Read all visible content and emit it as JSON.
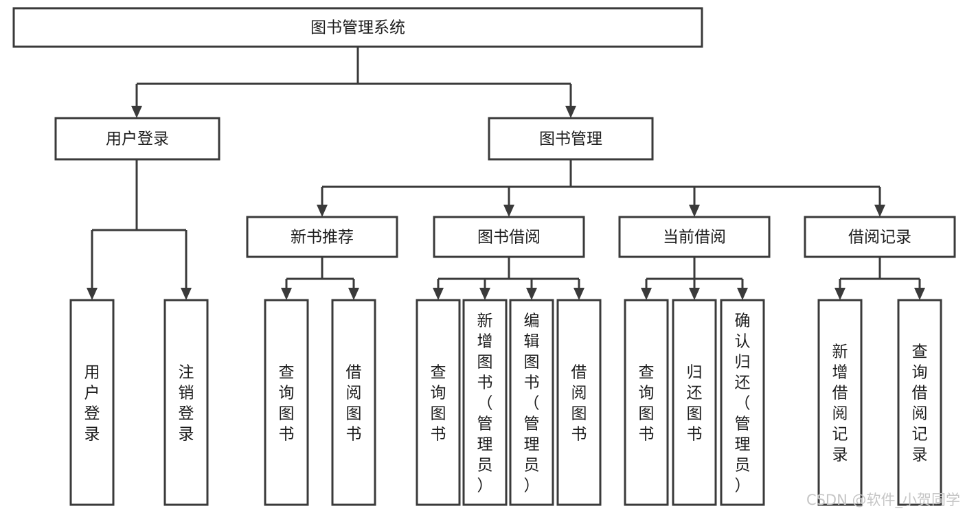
{
  "diagram": {
    "type": "tree-hierarchy-chart",
    "title": "图书管理系统",
    "orientation": "top-down",
    "colors": {
      "box_stroke": "#3a3a3a",
      "box_fill": "#ffffff",
      "text": "#1d1d1d",
      "connector": "#3a3a3a",
      "background": "#ffffff",
      "watermark": "#c6c6c6"
    },
    "root": {
      "label": "图书管理系统"
    },
    "level2": [
      {
        "label": "用户登录"
      },
      {
        "label": "图书管理"
      }
    ],
    "level3": [
      {
        "label": "新书推荐"
      },
      {
        "label": "图书借阅"
      },
      {
        "label": "当前借阅"
      },
      {
        "label": "借阅记录"
      }
    ],
    "leaves": {
      "user_login": [
        {
          "label": "用户登录"
        },
        {
          "label": "注销登录"
        }
      ],
      "new_book_recommend": [
        {
          "label": "查询图书"
        },
        {
          "label": "借阅图书"
        }
      ],
      "book_borrow": [
        {
          "label": "查询图书"
        },
        {
          "label": "新增图书（管理员）"
        },
        {
          "label": "编辑图书（管理员）"
        },
        {
          "label": "借阅图书"
        }
      ],
      "current_borrow": [
        {
          "label": "查询图书"
        },
        {
          "label": "归还图书"
        },
        {
          "label": "确认归还（管理员）"
        }
      ],
      "borrow_record": [
        {
          "label": "新增借阅记录"
        },
        {
          "label": "查询借阅记录"
        }
      ]
    }
  },
  "watermark": {
    "text": "CSDN @软件_小贺同学"
  }
}
